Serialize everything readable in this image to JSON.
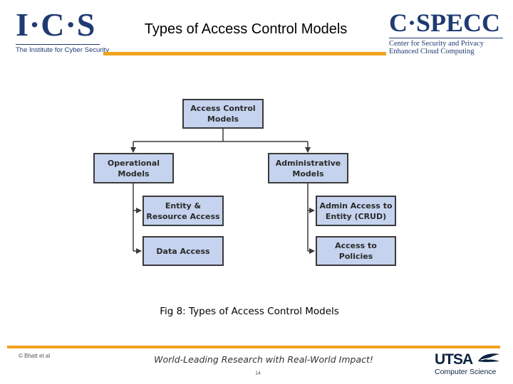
{
  "header": {
    "title": "Types of Access Control Models",
    "left_logo": {
      "mark": "I·C·S",
      "subtitle": "The Institute for Cyber Security"
    },
    "right_logo": {
      "mark": "C·SPECC",
      "subtitle_line1": "Center for Security and Privacy",
      "subtitle_line2": "Enhanced Cloud Computing"
    }
  },
  "diagram": {
    "root": "Access Control\nModels",
    "branches": [
      {
        "label": "Operational\nModels",
        "children": [
          "Entity &\nResource Access",
          "Data Access"
        ]
      },
      {
        "label": "Administrative\nModels",
        "children": [
          "Admin Access to\nEntity (CRUD)",
          "Access to Policies"
        ]
      }
    ],
    "caption": "Fig 8: Types of Access Control Models"
  },
  "footer": {
    "copyright": "© Bhatt et al",
    "tagline": "World-Leading Research with Real-World Impact!",
    "page_number": "14",
    "utsa_logo": {
      "mark": "UTSA",
      "subtitle": "Computer Science"
    }
  },
  "colors": {
    "accent_rule": "#f0a31e",
    "node_fill": "#c5d3ee",
    "node_border": "#3a3a3a",
    "logo_navy": "#1f3b73"
  }
}
